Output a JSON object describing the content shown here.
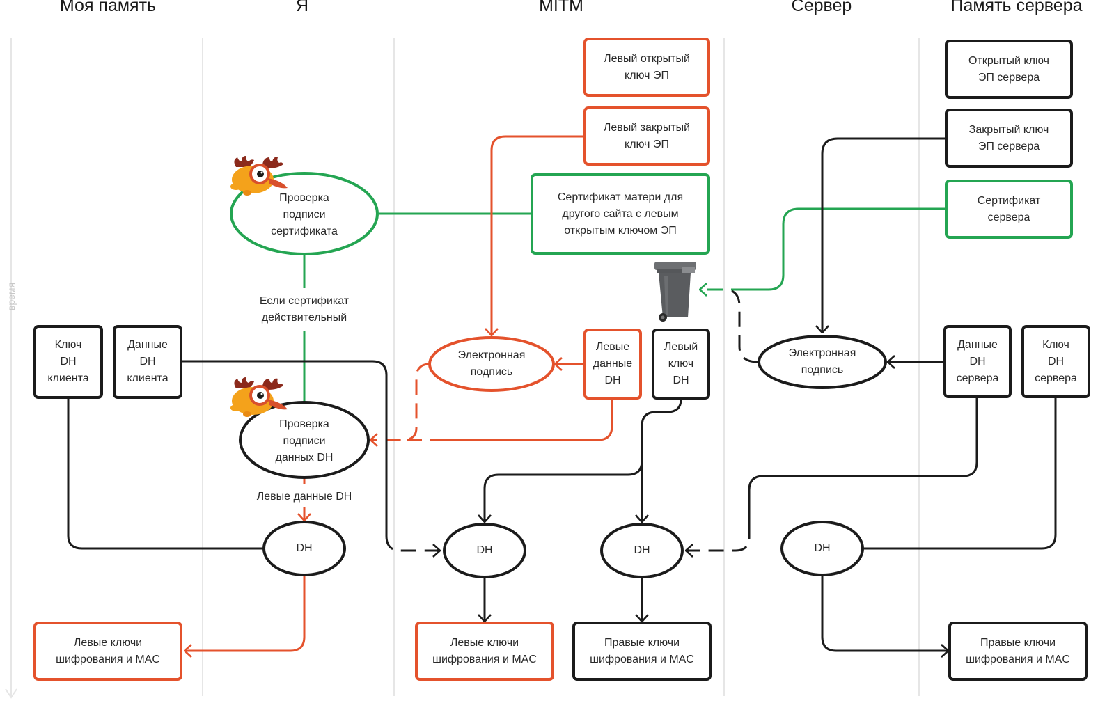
{
  "lanes": [
    {
      "id": "my-memory",
      "title": "Моя память"
    },
    {
      "id": "me",
      "title": "Я"
    },
    {
      "id": "mitm",
      "title": "MITM"
    },
    {
      "id": "server",
      "title": "Сервер"
    },
    {
      "id": "server-memory",
      "title": "Память сервера"
    }
  ],
  "time_axis_label": "время",
  "colors": {
    "attacker": "#e4522c",
    "certificate": "#24a552",
    "normal": "#1b1b1b",
    "lane_divider": "#e6e6e6"
  },
  "boxes": {
    "left_public_key": "Левый открытый\nключ ЭП",
    "left_private_key": "Левый закрытый\nключ ЭП",
    "fake_certificate": "Сертификат матери для\nдругого сайта с левым\nоткрытым ключом ЭП",
    "server_public_key": "Открытый ключ\nЭП сервера",
    "server_private_key": "Закрытый ключ\nЭП сервера",
    "server_certificate": "Сертификат\nсервера",
    "client_dh_key": "Ключ\nDH\nклиента",
    "client_dh_data": "Данные\nDH\nклиента",
    "left_dh_data": "Левые\nданные\nDH",
    "left_dh_key": "Левый\nключ\nDH",
    "server_dh_data": "Данные\nDH\nсервера",
    "server_dh_key": "Ключ\nDH\nсервера",
    "left_keys_client": "Левые ключи\nшифрования и MAC",
    "left_keys_mitm": "Левые ключи\nшифрования и MAC",
    "right_keys_mitm": "Правые ключи\nшифрования и MAC",
    "right_keys_server": "Правые ключи\nшифрования и MAC"
  },
  "ellipses": {
    "cert_check": "Проверка\nподписи\nсертификата",
    "dh_sig_check": "Проверка\nподписи\nданных DH",
    "mitm_signature": "Электронная\nподпись",
    "server_signature": "Электронная\nподпись",
    "dh_client": "DH",
    "dh_mitm_left": "DH",
    "dh_mitm_right": "DH",
    "dh_server": "DH"
  },
  "labels": {
    "if_cert_valid": "Если сертификат\nдействительный",
    "left_dh_data_flow": "Левые данные DH"
  },
  "icons": {
    "inspector_mascot": "moose-with-magnifier-icon",
    "trash_bin": "trash-bin-icon"
  }
}
